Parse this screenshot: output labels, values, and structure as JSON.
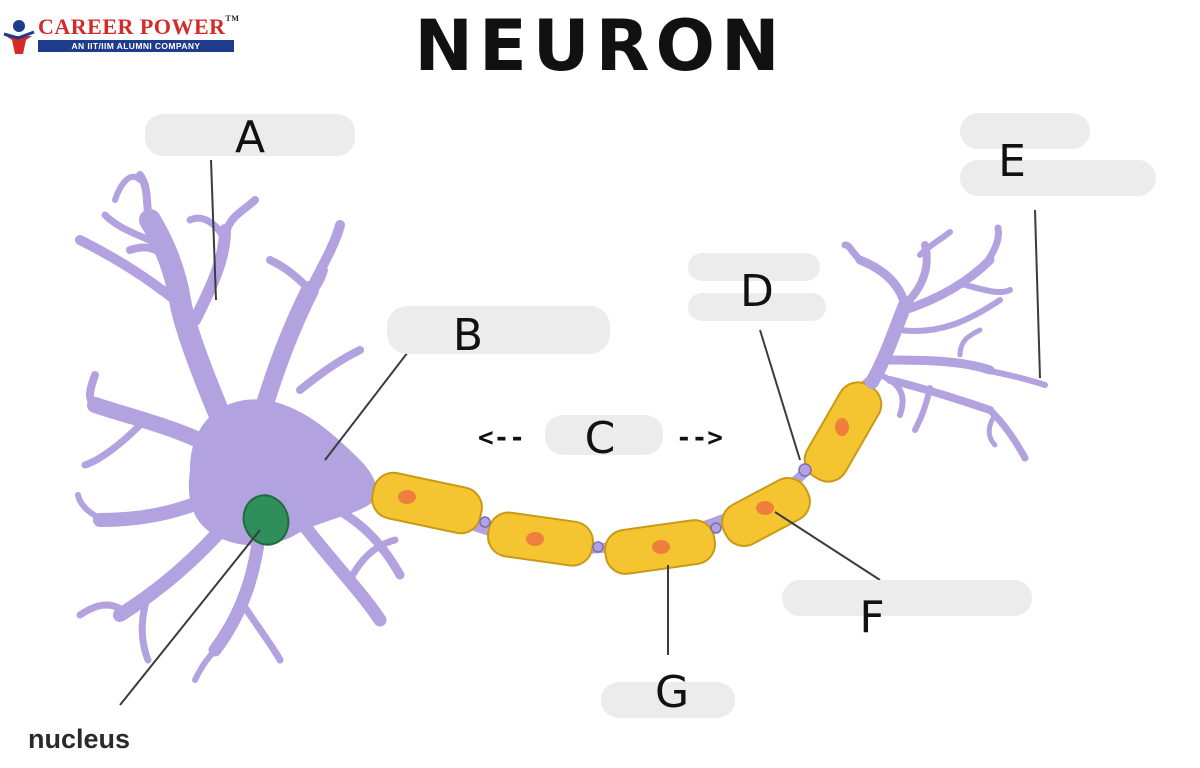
{
  "header": {
    "brand_name": "CAREER POWER",
    "brand_trademark": "TM",
    "brand_tagline": "AN IIT/IIM ALUMNI COMPANY",
    "title": "NEURON"
  },
  "labels": {
    "a": "A",
    "b": "B",
    "c": "C",
    "c_arrow_left": "<--",
    "c_arrow_right": "-->",
    "d": "D",
    "e": "E",
    "f": "F",
    "g": "G",
    "nucleus": "nucleus"
  },
  "colors": {
    "cell_body": "#b3a2e0",
    "cell_outline": "#7e6cb4",
    "nucleus": "#2f8f5a",
    "myelin": "#f5c531",
    "myelin_outline": "#c99a16",
    "schwann_nucleus": "#ef7f3d",
    "brand_red": "#d42a2a",
    "brand_blue": "#1f3b8c"
  }
}
